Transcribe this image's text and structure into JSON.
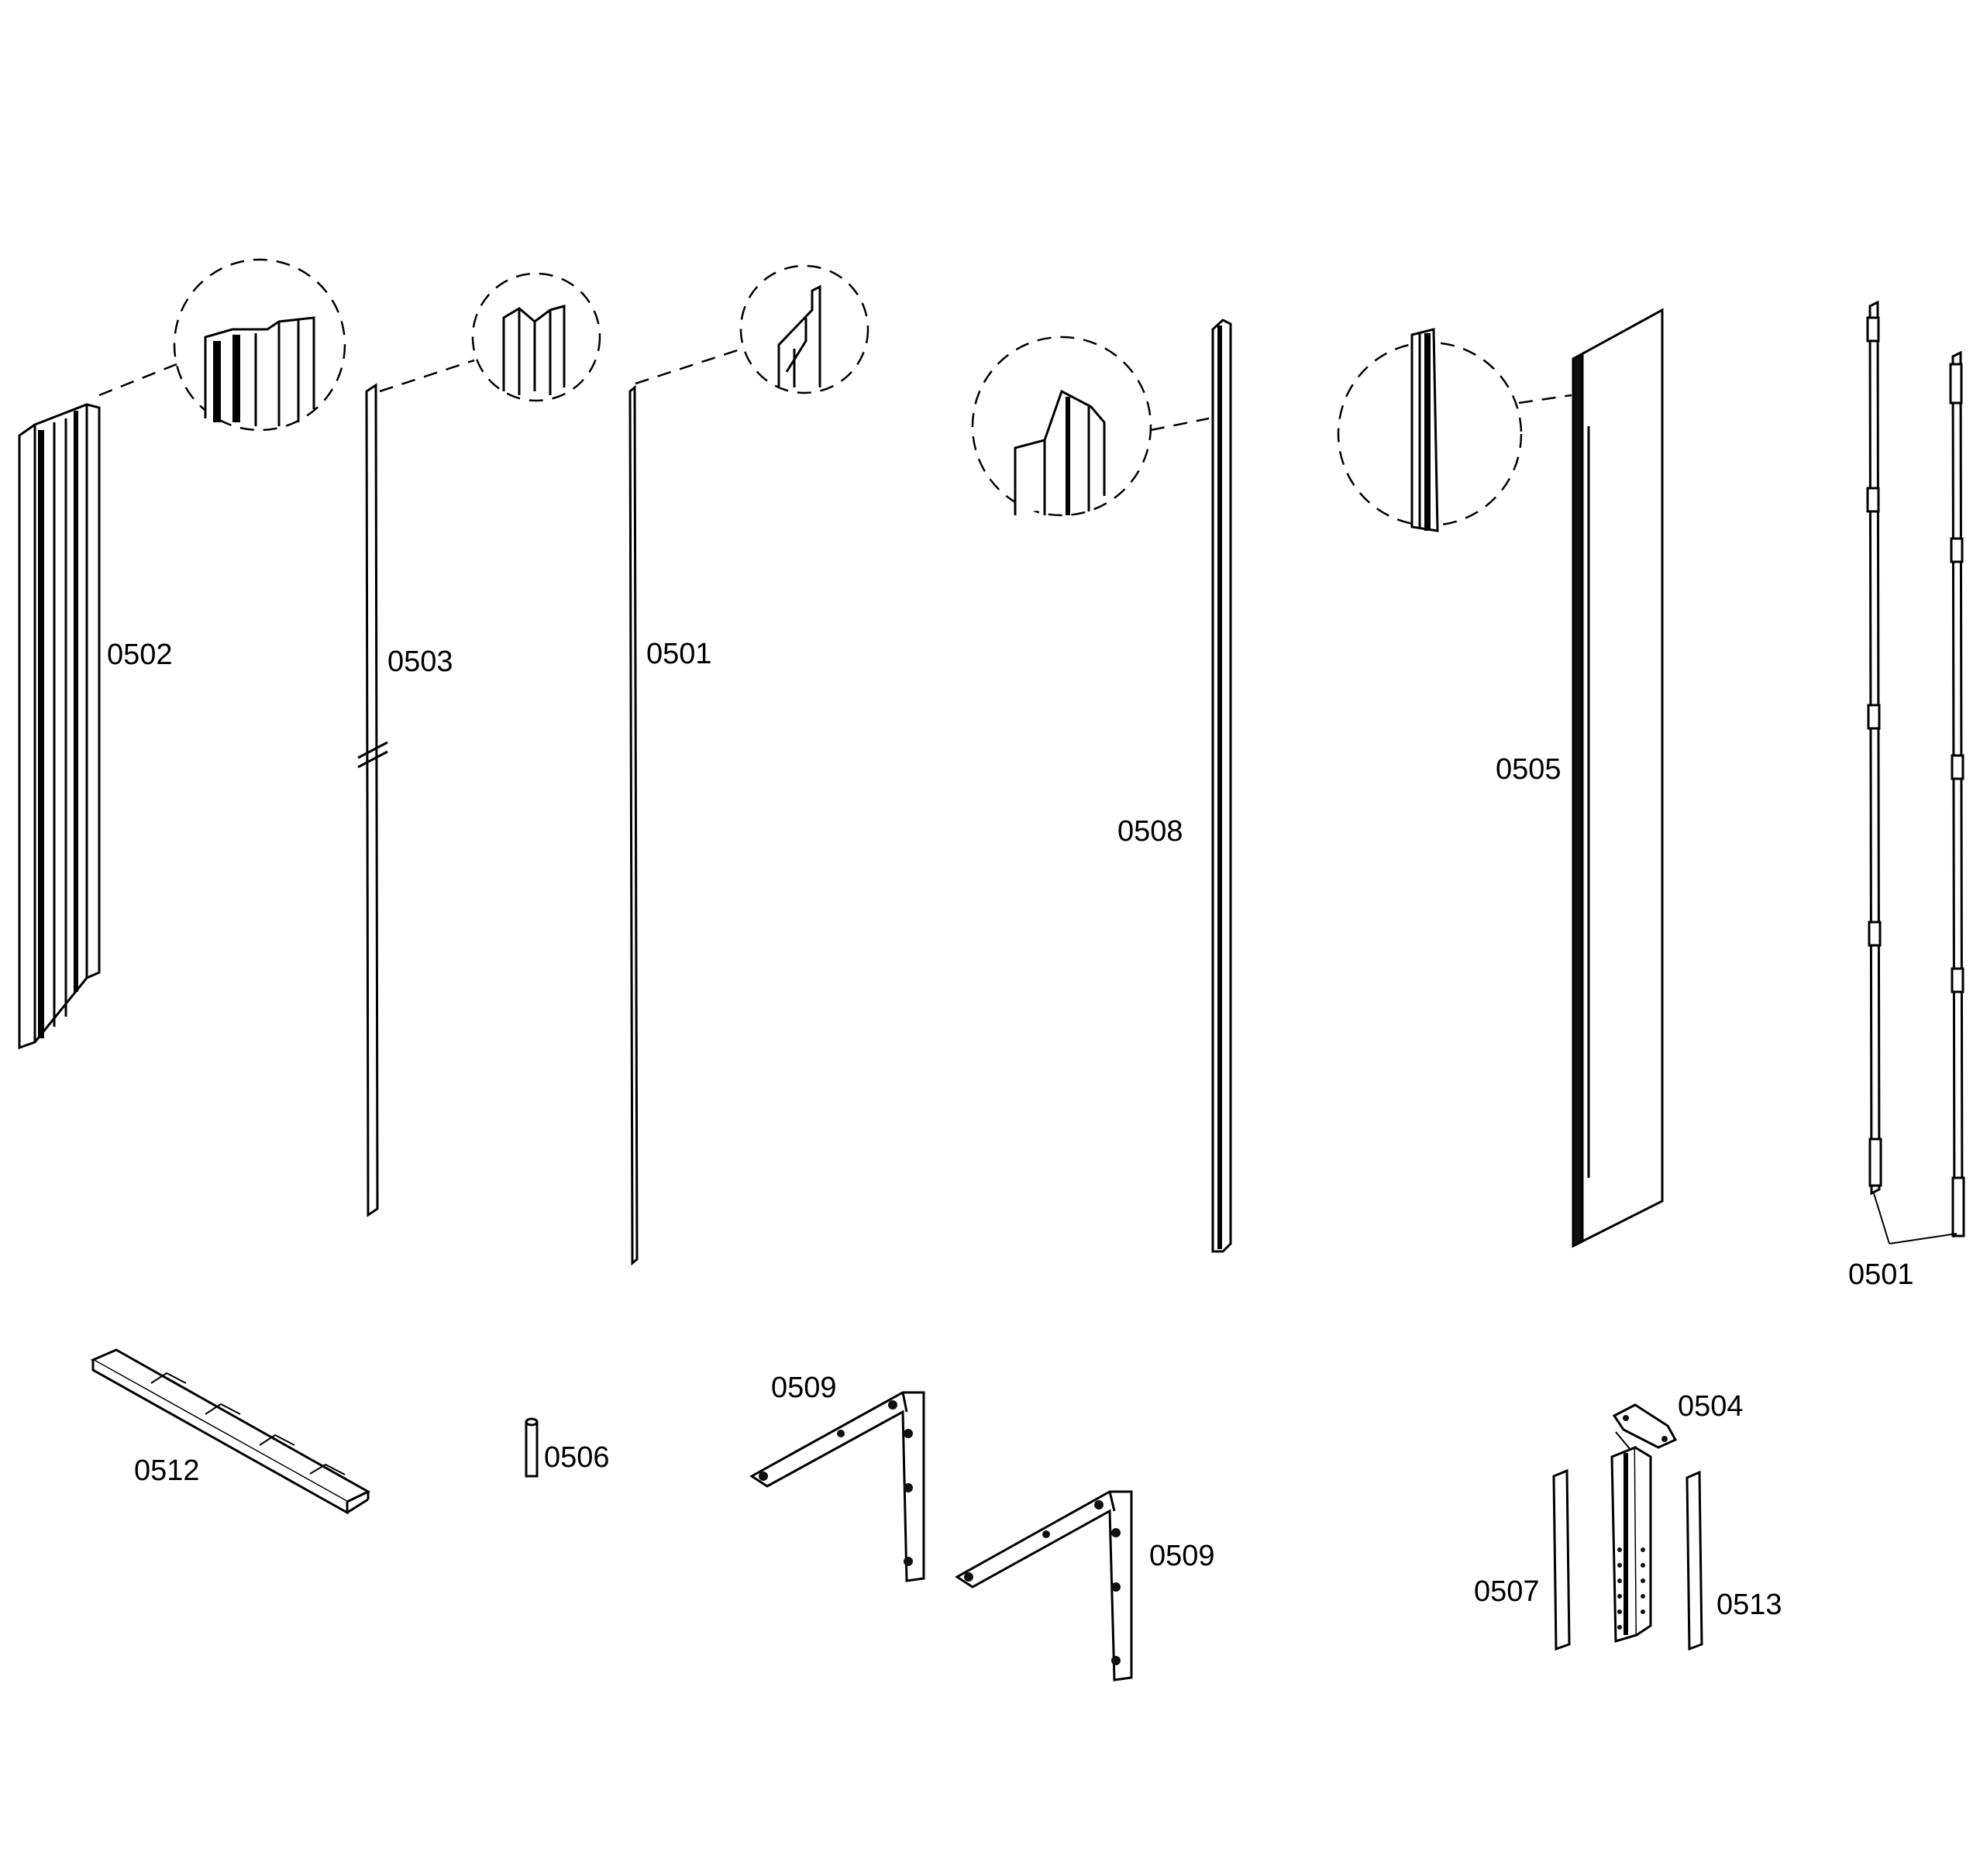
{
  "labels": {
    "l0502": "0502",
    "l0503": "0503",
    "l0501a": "0501",
    "l0508": "0508",
    "l0505": "0505",
    "l0501b": "0501",
    "l0512": "0512",
    "l0506": "0506",
    "l0509a": "0509",
    "l0509b": "0509",
    "l0504": "0504",
    "l0507": "0507",
    "l0513": "0513"
  }
}
